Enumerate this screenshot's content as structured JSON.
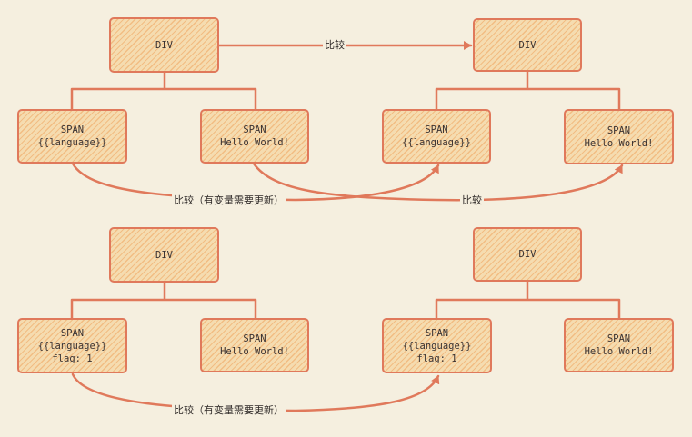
{
  "colors": {
    "background": "#f5efdf",
    "stroke": "#e0795b",
    "box_fill": "#f5dcb0",
    "hatch": "#efa45e"
  },
  "diagram_top": {
    "left_tree": {
      "root": "DIV",
      "child_1": [
        "SPAN",
        "{{language}}"
      ],
      "child_2": [
        "SPAN",
        "Hello World!"
      ]
    },
    "right_tree": {
      "root": "DIV",
      "child_1": [
        "SPAN",
        "{{language}}"
      ],
      "child_2": [
        "SPAN",
        "Hello World!"
      ]
    },
    "compare_root_label": "比较",
    "compare_language_label": "比较（有变量需要更新）",
    "compare_hello_label": "比较"
  },
  "diagram_bottom": {
    "left_tree": {
      "root": "DIV",
      "child_1": [
        "SPAN",
        "{{language}}",
        "flag: 1"
      ],
      "child_2": [
        "SPAN",
        "Hello World!"
      ]
    },
    "right_tree": {
      "root": "DIV",
      "child_1": [
        "SPAN",
        "{{language}}",
        "flag: 1"
      ],
      "child_2": [
        "SPAN",
        "Hello World!"
      ]
    },
    "compare_language_label": "比较（有变量需要更新）"
  }
}
